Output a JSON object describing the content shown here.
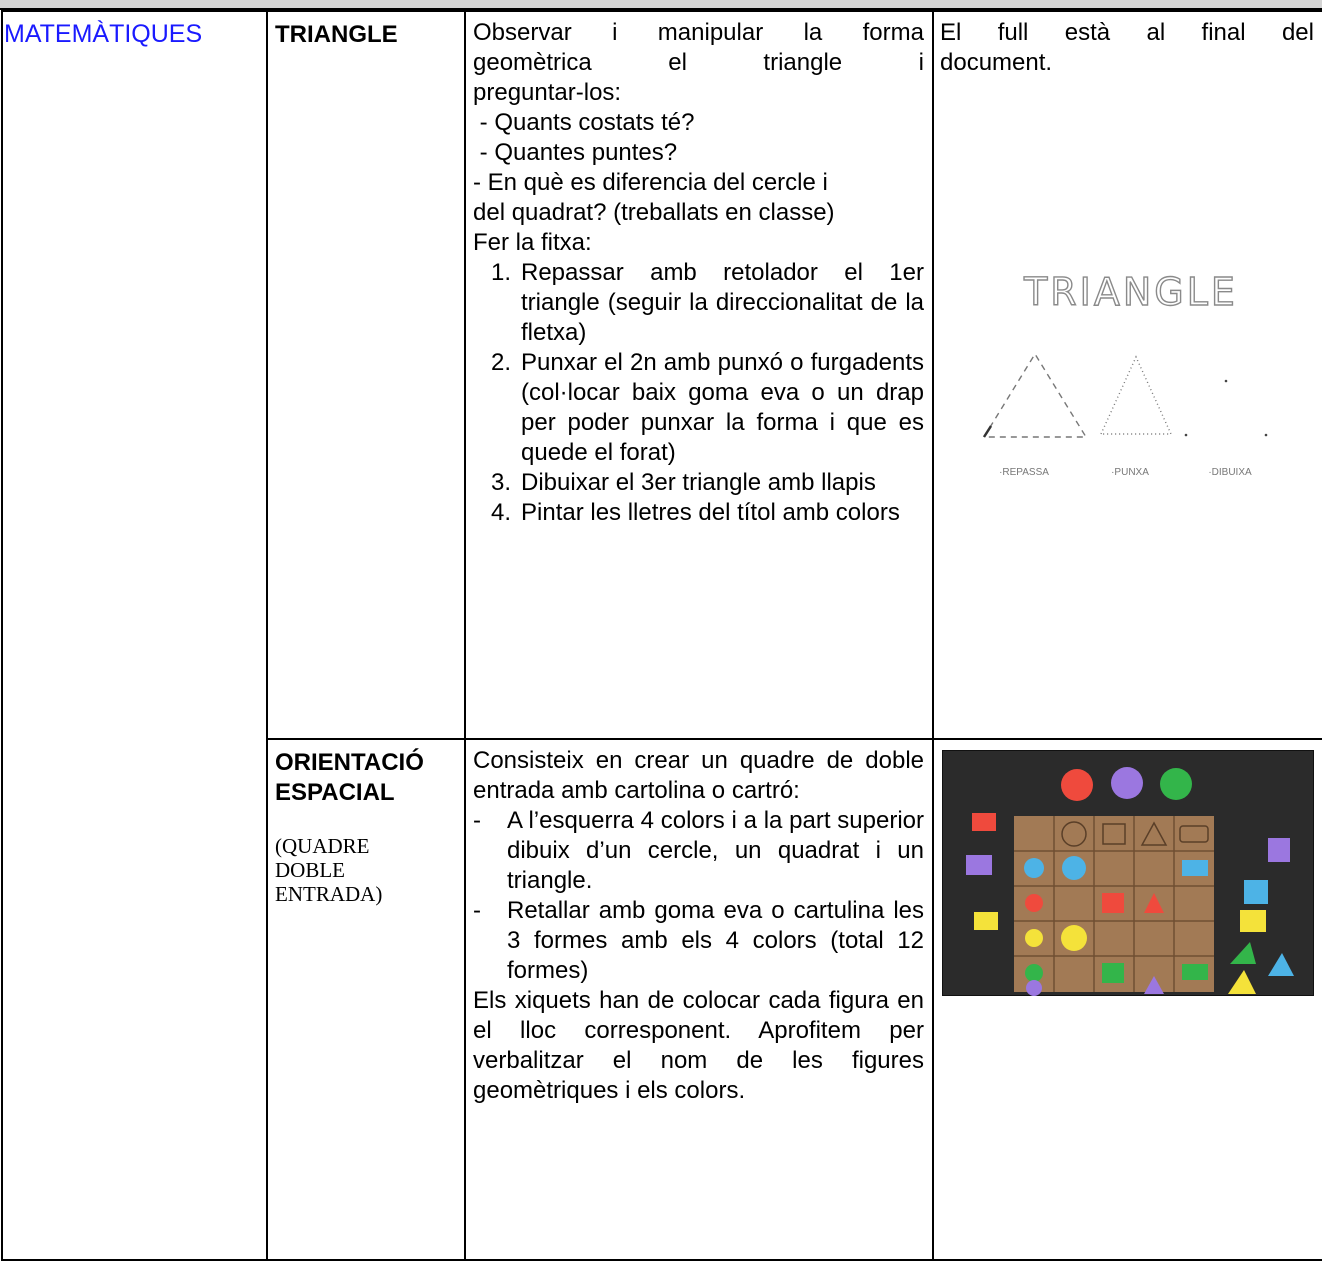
{
  "rows": [
    {
      "subject": "MATEMÀTIQUES",
      "activity": "TRIANGLE",
      "description": {
        "intro": [
          "Observar i manipular la forma",
          "geomètrica el triangle i",
          "preguntar-los:"
        ],
        "questions": [
          " - Quants costats té?",
          " - Quantes puntes?",
          "- En què es diferencia del cercle i",
          "del quadrat? (treballats en classe)"
        ],
        "lead": "Fer la fitxa:",
        "steps": [
          {
            "n": "1.",
            "text": "Repassar amb retolador el 1er triangle (seguir la direccionalitat de la fletxa)"
          },
          {
            "n": "2.",
            "text": "Punxar el 2n amb punxó o furgadents (col·locar baix goma eva o un drap per poder punxar la forma i que es quede el forat)"
          },
          {
            "n": "3.",
            "text": "Dibuixar el 3er triangle amb llapis"
          },
          {
            "n": "4.",
            "text": "Pintar les lletres del títol amb colors"
          }
        ]
      },
      "reference": [
        "El full està al final del",
        "document."
      ],
      "worksheet": {
        "title": "TRIANGLE",
        "labels": [
          "·REPASSA",
          "·PUNXA",
          "·DIBUIXA"
        ]
      }
    },
    {
      "activity_lines": [
        "ORIENTACIÓ",
        "ESPACIAL"
      ],
      "note_lines": [
        "(QUADRE",
        "DOBLE",
        "ENTRADA)"
      ],
      "description": {
        "intro": "Consisteix en crear un quadre de doble entrada amb cartolina o cartró:",
        "items": [
          {
            "dash": "-",
            "text": "A l’esquerra 4 colors i a la part superior dibuix d’un cercle, un quadrat i un triangle."
          },
          {
            "dash": "-",
            "text": "Retallar amb goma eva o cartulina les 3 formes amb els 4 colors (total 12 formes)"
          }
        ],
        "outro": "Els xiquets han de colocar cada figura en el lloc corresponent. Aprofitem per verbalitzar el nom de les figures geomètriques i els colors."
      }
    }
  ]
}
